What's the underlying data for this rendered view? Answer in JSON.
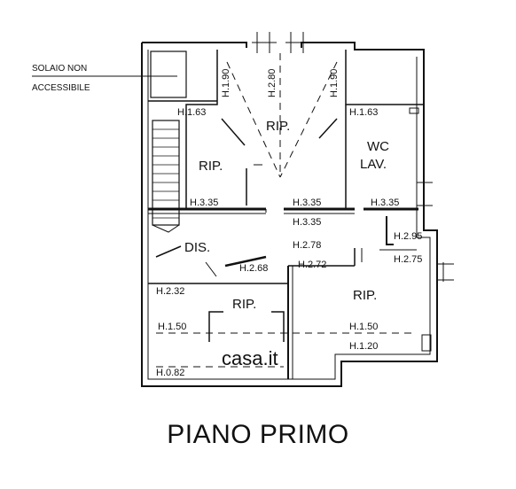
{
  "title": "PIANO PRIMO",
  "note": {
    "line1": "SOLAIO NON",
    "line2": "ACCESSIBILE"
  },
  "watermark": "casa.it",
  "rooms": {
    "rip_top": "RIP.",
    "rip_left": "RIP.",
    "wc": "WC",
    "lav": "LAV.",
    "dis": "DIS.",
    "rip_bottom_left": "RIP.",
    "rip_bottom_right": "RIP."
  },
  "heights": {
    "h_190_left": "H.1.90",
    "h_280": "H.2.80",
    "h_190_right": "H.1.90",
    "h_163_left": "H.1.63",
    "h_163_right": "H.1.63",
    "h_335_a": "H.3.35",
    "h_335_b": "H.3.35",
    "h_335_c": "H.3.35",
    "h_335_d": "H.3.35",
    "h_295": "H.2.95",
    "h_278": "H.2.78",
    "h_275": "H.2.75",
    "h_268": "H.2.68",
    "h_272": "H.2.72",
    "h_232": "H.2.32",
    "h_150_left": "H.1.50",
    "h_150_right": "H.1.50",
    "h_120": "H.1.20",
    "h_082": "H.0.82"
  }
}
